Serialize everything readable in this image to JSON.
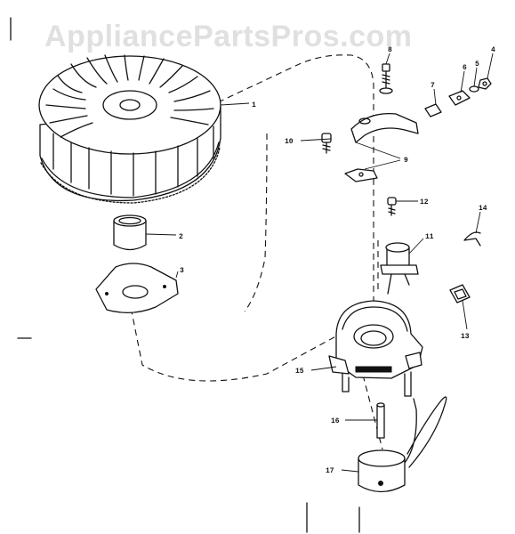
{
  "watermark": "AppliancePartsPros.com",
  "callouts": [
    {
      "id": "c1",
      "label": "1"
    },
    {
      "id": "c2",
      "label": "2"
    },
    {
      "id": "c3",
      "label": "3"
    },
    {
      "id": "c4",
      "label": "4"
    },
    {
      "id": "c5",
      "label": "5"
    },
    {
      "id": "c6",
      "label": "6"
    },
    {
      "id": "c7",
      "label": "7"
    },
    {
      "id": "c8",
      "label": "8"
    },
    {
      "id": "c9",
      "label": "9"
    },
    {
      "id": "c10",
      "label": "10"
    },
    {
      "id": "c11",
      "label": "11"
    },
    {
      "id": "c12",
      "label": "12"
    },
    {
      "id": "c13",
      "label": "13"
    },
    {
      "id": "c14",
      "label": "14"
    },
    {
      "id": "c15",
      "label": "15"
    },
    {
      "id": "c16",
      "label": "16"
    },
    {
      "id": "c17",
      "label": "17"
    }
  ]
}
